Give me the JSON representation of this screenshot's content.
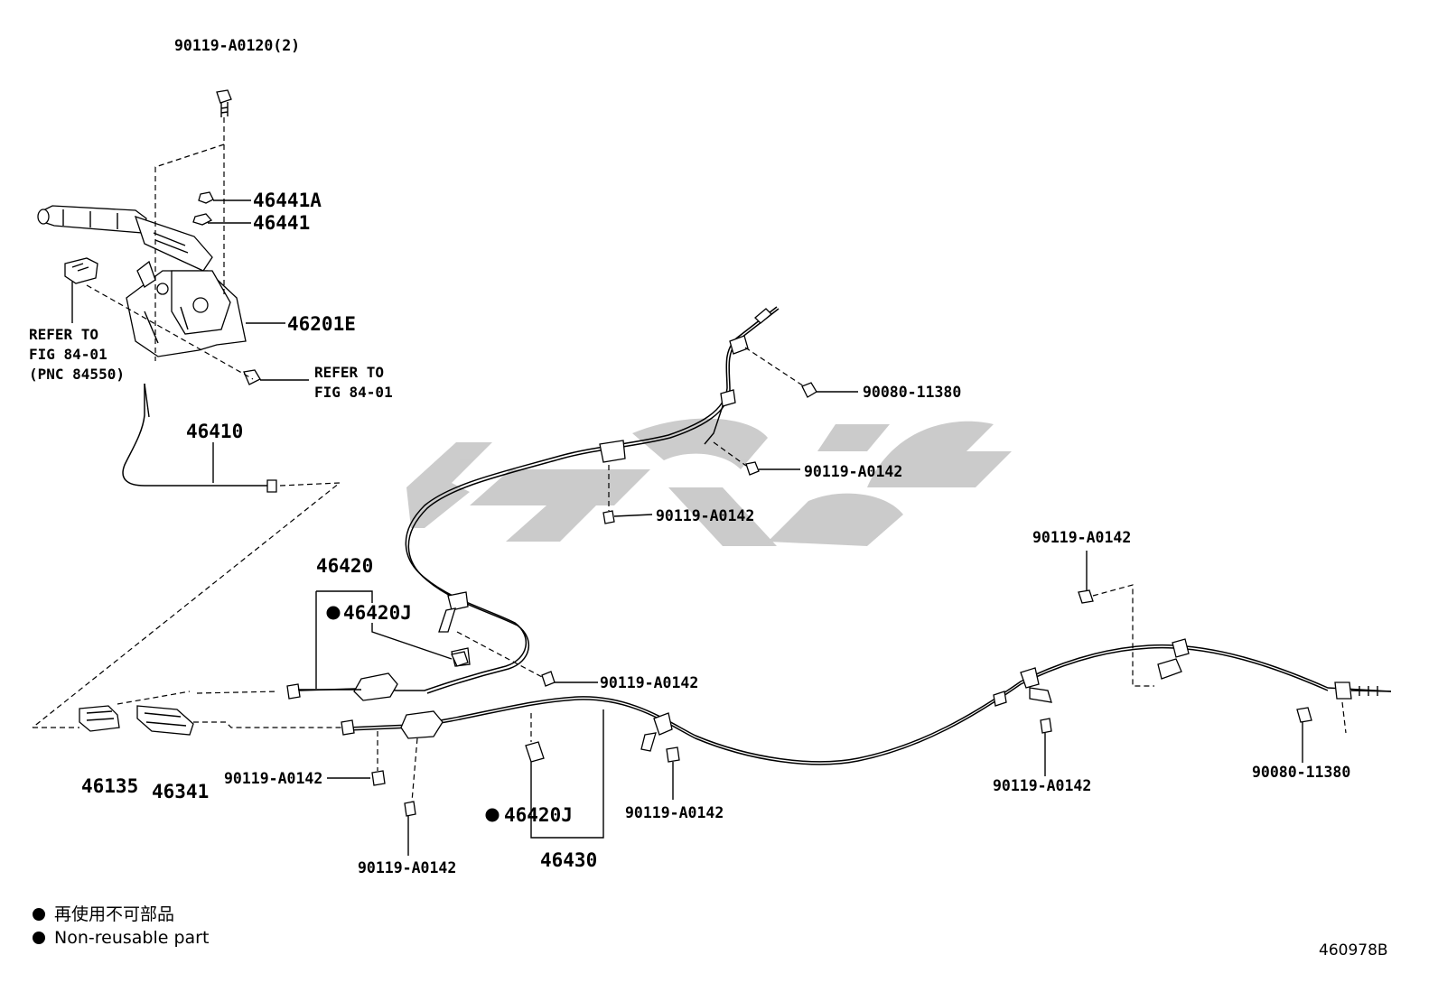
{
  "labels": {
    "bolt_top": "90119-A0120(2)",
    "p46441A": "46441A",
    "p46441": "46441",
    "p46201E": "46201E",
    "refer_left_1": "REFER TO",
    "refer_left_2": "FIG 84-01",
    "refer_left_3": "(PNC 84550)",
    "refer_mid_1": "REFER TO",
    "refer_mid_2": "FIG 84-01",
    "p46410": "46410",
    "p90080_top": "90080-11380",
    "p90119_a": "90119-A0142",
    "p90119_b": "90119-A0142",
    "p46420": "46420",
    "p46420J_top": "46420J",
    "p90119_c": "90119-A0142",
    "p90119_right_top": "90119-A0142",
    "p46135": "46135",
    "p46341": "46341",
    "p90119_d": "90119-A0142",
    "p90119_e": "90119-A0142",
    "p46420J_bottom": "46420J",
    "p46430": "46430",
    "p90119_f": "90119-A0142",
    "p90119_g": "90119-A0142",
    "p90080_right": "90080-11380"
  },
  "legend": {
    "line1": "再使用不可部品",
    "line2": "Non-reusable part"
  },
  "diagram_number": "460978B"
}
